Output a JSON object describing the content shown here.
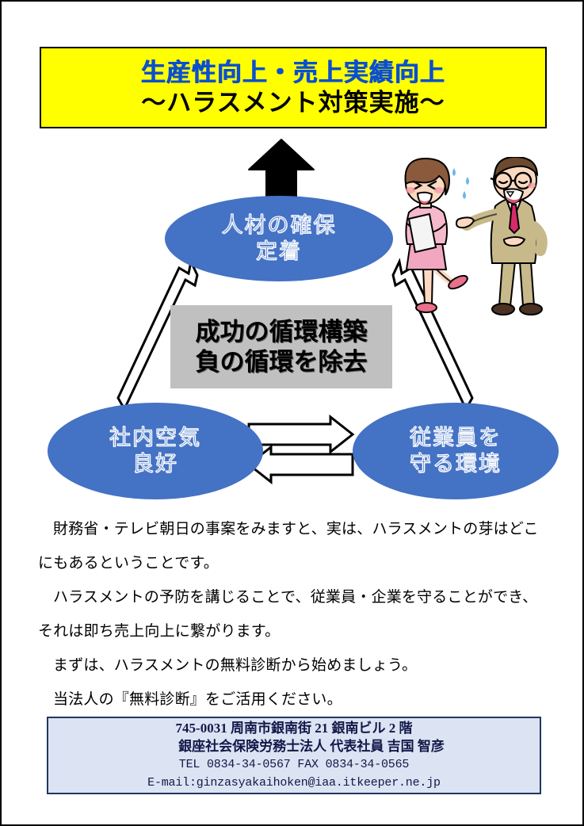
{
  "document": {
    "type": "business-flyer",
    "language": "ja",
    "page_border_color": "#000000"
  },
  "title_banner": {
    "line1": "生産性向上・売上実績向上",
    "line2": "～ハラスメント対策実施～",
    "background_color": "#FFFF00",
    "line1_color": "#0A4FD0",
    "line2_color": "#000000",
    "border_color": "#000000"
  },
  "diagram": {
    "accent_color": "#4472C4",
    "center_box": {
      "background_color": "#C0C0C0",
      "line1": "成功の循環構築",
      "line2": "負の循環を除去"
    },
    "nodes": [
      {
        "id": "top",
        "line1": "人材の確保",
        "line2": "定着"
      },
      {
        "id": "bottom-left",
        "line1": "社内空気",
        "line2": "良好"
      },
      {
        "id": "bottom-right",
        "line1": "従業員を",
        "line2": "守る環境"
      }
    ],
    "arrows": [
      {
        "id": "up-to-title",
        "style": "solid-black",
        "direction": "up"
      },
      {
        "id": "bottom-left-to-top",
        "style": "outline",
        "direction": "up-right"
      },
      {
        "id": "bottom-right-to-top",
        "style": "outline",
        "direction": "up-left"
      },
      {
        "id": "left-to-right",
        "style": "outline-block",
        "direction": "right"
      },
      {
        "id": "right-to-left",
        "style": "outline-block",
        "direction": "left"
      }
    ]
  },
  "illustration": {
    "caption": "harassment-scene-illustration",
    "figures": [
      {
        "name": "woman-distressed",
        "suit_color": "#F2A7C0"
      },
      {
        "name": "man-pointing",
        "suit_color": "#C8B98A"
      }
    ]
  },
  "body": {
    "paragraphs": [
      "財務省・テレビ朝日の事案をみますと、実は、ハラスメントの芽はどこにもあるということです。",
      "ハラスメントの予防を講じることで、従業員・企業を守ることができ、それは即ち売上向上に繋がります。",
      "まずは、ハラスメントの無料診断から始めましょう。",
      "当法人の『無料診断』をご活用ください。"
    ]
  },
  "contact": {
    "background_color": "#DCE3F2",
    "border_color": "#1F3864",
    "postal_and_address": "745-0031  周南市銀南街 21  銀南ビル 2 階",
    "company_and_rep": "銀座社会保険労務士法人  代表社員  吉国  智彦",
    "tel_fax": "TEL  0834-34-0567  FAX  0834-34-0565",
    "email": "E-mail:ginzasyakaihoken@iaa.itkeeper.ne.jp"
  }
}
